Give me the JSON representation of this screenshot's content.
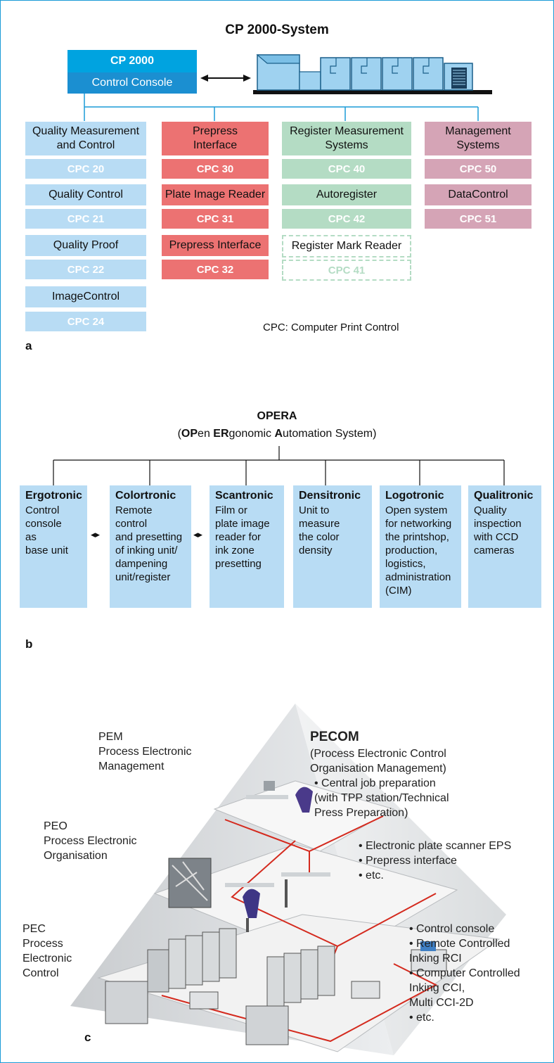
{
  "section_a": {
    "title": "CP 2000-System",
    "console_top": "CP 2000",
    "console_bottom": "Control Console",
    "columns": [
      {
        "items": [
          {
            "name": "Quality Measurement\nand Control",
            "code": "CPC 20"
          },
          {
            "name": "Quality Control",
            "code": "CPC 21"
          },
          {
            "name": "Quality Proof",
            "code": "CPC 22"
          },
          {
            "name": "ImageControl",
            "code": "CPC 24"
          }
        ]
      },
      {
        "items": [
          {
            "name": "Prepress\nInterface",
            "code": "CPC 30"
          },
          {
            "name": "Plate Image Reader",
            "code": "CPC 31"
          },
          {
            "name": "Prepress Interface",
            "code": "CPC 32"
          }
        ]
      },
      {
        "items": [
          {
            "name": "Register Measurement\nSystems",
            "code": "CPC 40"
          },
          {
            "name": "Autoregister",
            "code": "CPC 42"
          },
          {
            "name": "Register Mark Reader",
            "code": "CPC 41"
          }
        ]
      },
      {
        "items": [
          {
            "name": "Management\nSystems",
            "code": "CPC 50"
          },
          {
            "name": "DataControl",
            "code": "CPC 51"
          }
        ]
      }
    ],
    "note": "CPC: Computer Print Control",
    "label": "a"
  },
  "section_b": {
    "title": "OPERA",
    "sub_open": "(",
    "sub_op": "OP",
    "sub_en": "en ",
    "sub_er": "ER",
    "sub_gonomic": "gonomic ",
    "sub_a": "A",
    "sub_rest": "utomation System)",
    "boxes": [
      {
        "name": "Ergotronic",
        "desc": "Control\nconsole\nas\nbase unit"
      },
      {
        "name": "Colortronic",
        "desc": "Remote\ncontrol\nand presetting\nof inking unit/\ndampening\nunit/register"
      },
      {
        "name": "Scantronic",
        "desc": "Film or\nplate image\nreader for\nink zone\npresetting"
      },
      {
        "name": "Densitronic",
        "desc": "Unit to\nmeasure\nthe color\ndensity"
      },
      {
        "name": "Logotronic",
        "desc": "Open system\nfor networking\nthe printshop,\nproduction,\nlogistics,\nadministration\n(CIM)"
      },
      {
        "name": "Qualitronic",
        "desc": "Quality\ninspection\nwith CCD\ncameras"
      }
    ],
    "arrow": "◂▸",
    "label": "b"
  },
  "section_c": {
    "pem": "PEM\nProcess Electronic\nManagement",
    "pecom_title": "PECOM",
    "pecom_sub": "(Process Electronic Control\nOrganisation Management)",
    "pecom_bullets": [
      "• Central job preparation\n   (with TPP station/Technical\n   Press Preparation)"
    ],
    "peo": "PEO\nProcess Electronic\nOrganisation",
    "peo_bullets": [
      "• Electronic plate scanner EPS",
      "• Prepress interface",
      "• etc."
    ],
    "pec": "PEC\nProcess\nElectronic\nControl",
    "pec_bullets": [
      "• Control console",
      "• Remote Controlled\n   Inking RCI",
      "• Computer Controlled\n   Inking CCI,\n   Multi CCI-2D",
      "• etc."
    ],
    "label": "c"
  },
  "colors": {
    "frame": "#1a9bd7",
    "cyan": "#00a3e0",
    "light_blue": "#b8dcf4",
    "red": "#ec7272",
    "green": "#b4dcc4",
    "pink": "#d5a4b6",
    "network": "#d42a1e"
  }
}
